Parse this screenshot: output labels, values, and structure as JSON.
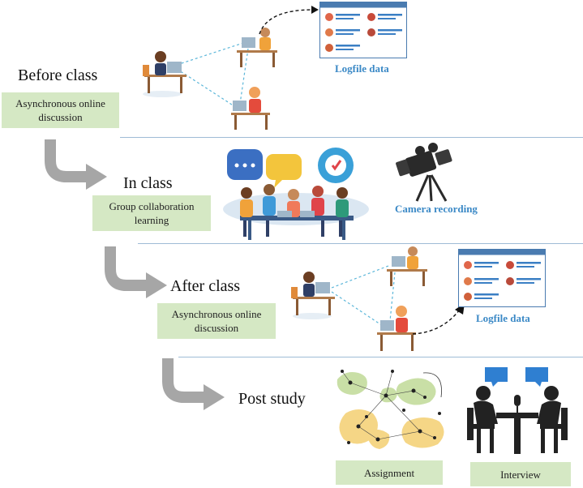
{
  "phases": {
    "before": {
      "title": "Before class",
      "activity": "Asynchronous online discussion",
      "data_label": "Logfile data"
    },
    "in": {
      "title": "In class",
      "activity": "Group collaboration learning",
      "data_label": "Camera recording"
    },
    "after": {
      "title": "After class",
      "activity": "Asynchronous online discussion",
      "data_label": "Logfile data"
    },
    "post": {
      "title": "Post study",
      "assignment_label": "Assignment",
      "interview_label": "Interview"
    }
  },
  "colors": {
    "activity_box": "#d5e8c4",
    "caption_blue": "#3b89c6",
    "arrow_gray": "#a6a6a6",
    "divider": "#9fbcd6",
    "network_line": "#5bb6d9"
  }
}
